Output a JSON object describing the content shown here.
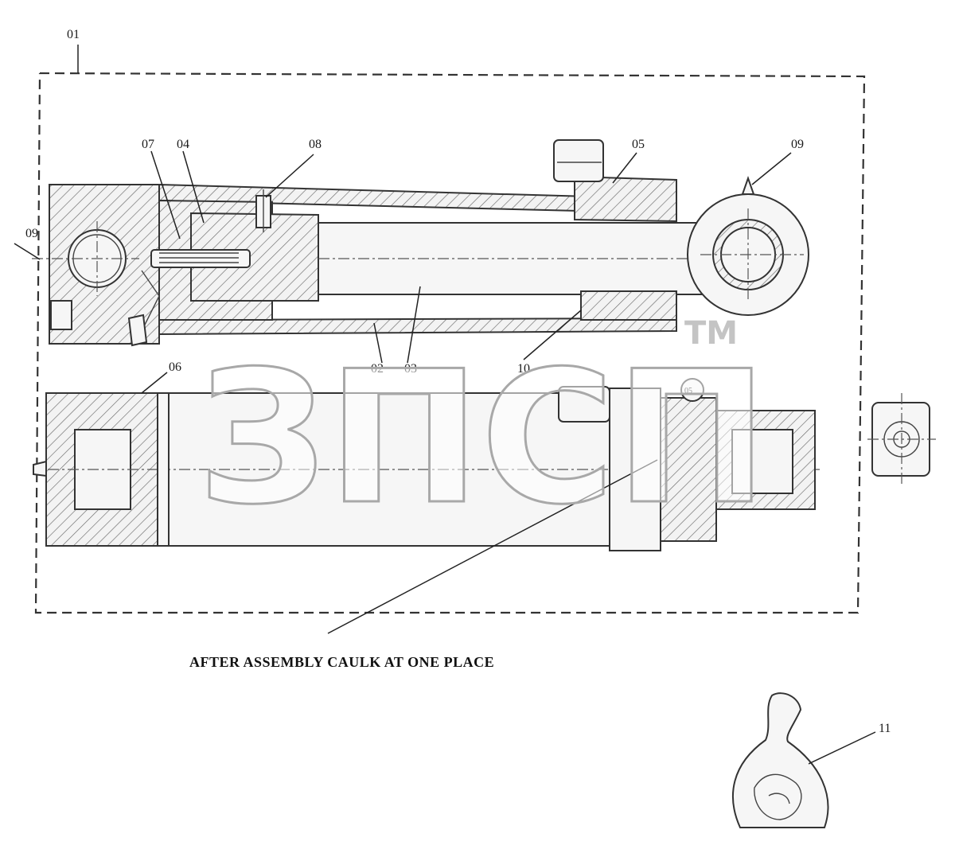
{
  "header_mark": "",
  "callouts": {
    "assembly": "01",
    "rod": "02",
    "piston_rod": "03",
    "piston": "04",
    "head": "05",
    "cylinder_tube": "06",
    "piston_nut": "07",
    "grease_fitting_head": "08",
    "grease_fitting_eye": "09",
    "seal": "10",
    "parts_bag": "11",
    "grease_fitting_base": "09",
    "head_view_mark": "05"
  },
  "note": "AFTER ASSEMBLY CAULK AT ONE PLACE",
  "watermark": {
    "text": "ЗПСП",
    "trademark": "TM"
  }
}
